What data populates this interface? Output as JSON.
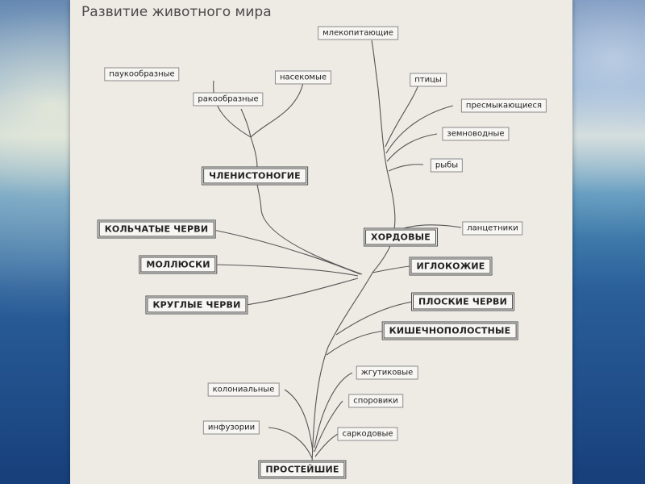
{
  "title": "Развитие животного мира",
  "nodes": {
    "mammals": "млекопитающие",
    "arachnids": "паукообразные",
    "insects": "насекомые",
    "crustaceans": "ракообразные",
    "birds": "птицы",
    "reptiles": "пресмыкающиеся",
    "amphibians": "земноводные",
    "fish": "рыбы",
    "arthropods": "ЧЛЕНИСТОНОГИЕ",
    "annelids": "КОЛЬЧАТЫЕ ЧЕРВИ",
    "lancelets": "ланцетники",
    "chordates": "ХОРДОВЫЕ",
    "molluscs": "МОЛЛЮСКИ",
    "echinoderms": "ИГЛОКОЖИЕ",
    "roundworms": "КРУГЛЫЕ ЧЕРВИ",
    "flatworms": "ПЛОСКИЕ ЧЕРВИ",
    "cnidarians": "КИШЕЧНОПОЛОСТНЫЕ",
    "flagellates": "жгутиковые",
    "colonial": "колониальные",
    "sporozoans": "споровики",
    "ciliates": "инфузории",
    "sarcodines": "саркодовые",
    "protozoa": "ПРОСТЕЙШИЕ"
  }
}
